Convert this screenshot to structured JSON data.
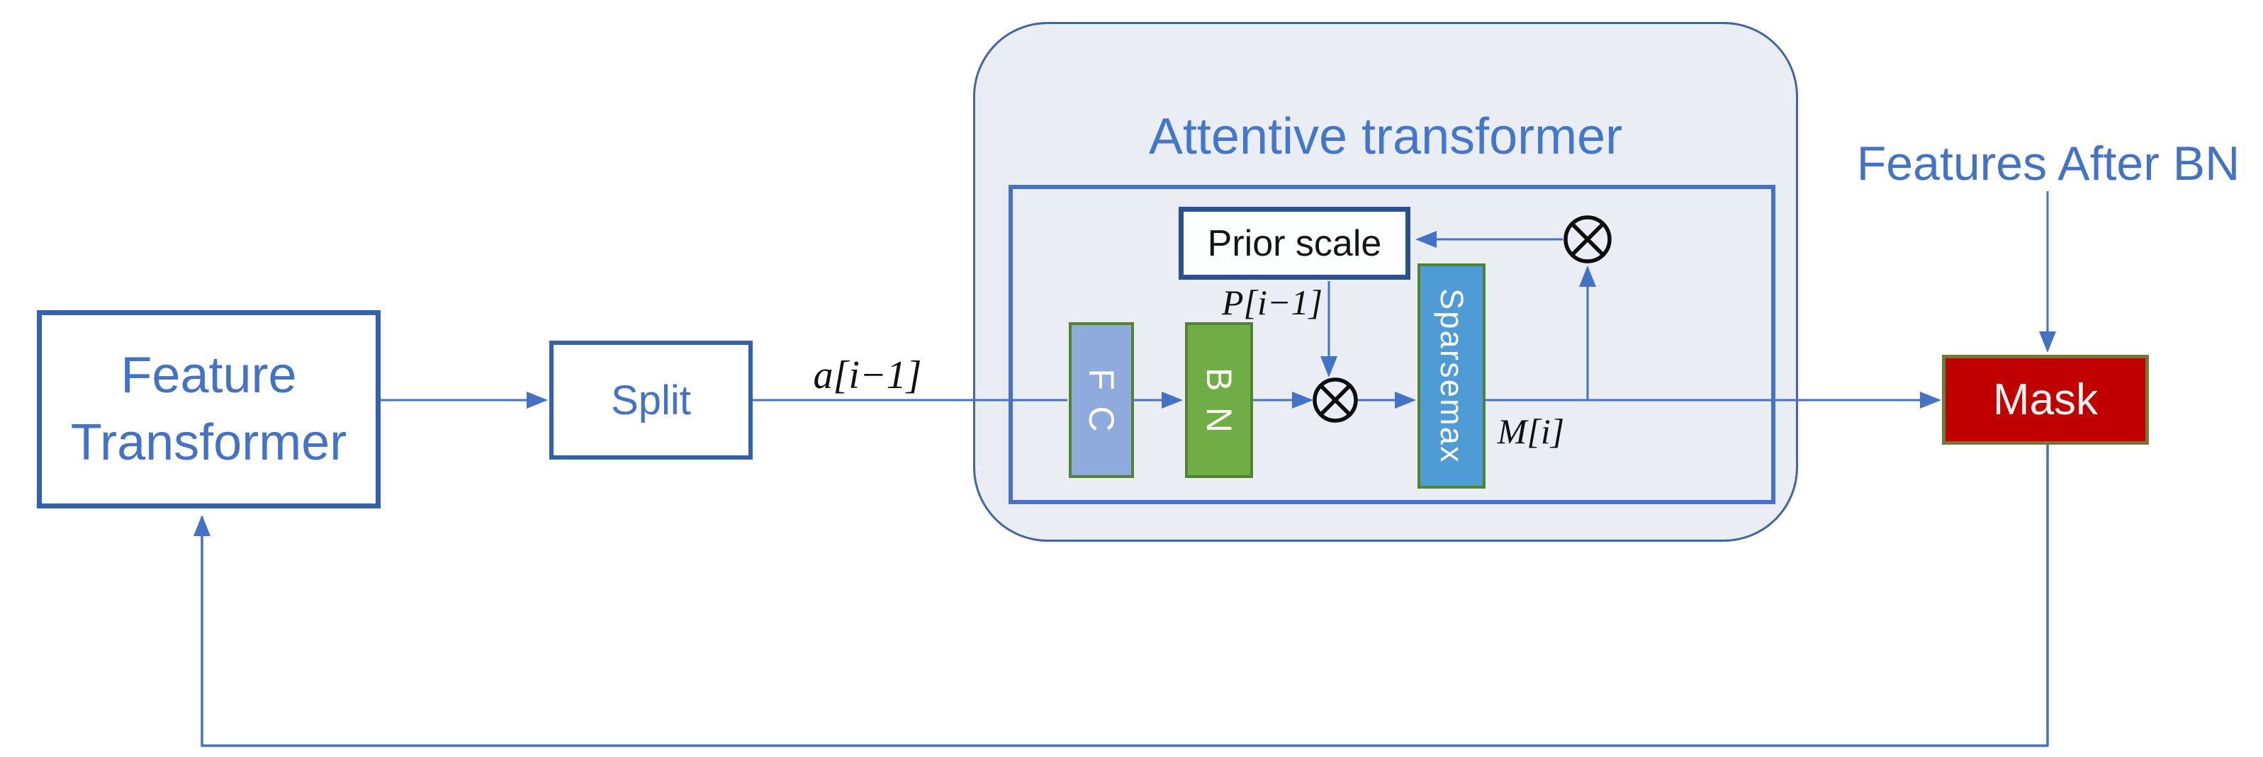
{
  "diagram": {
    "container_title": "Attentive transformer",
    "nodes": {
      "feature_transformer": {
        "label": "Feature Transformer"
      },
      "split": {
        "label": "Split"
      },
      "fc": {
        "label": "FC"
      },
      "bn": {
        "label": "BN"
      },
      "sparsemax": {
        "label": "Sparsemax"
      },
      "prior_scale": {
        "label": "Prior scale"
      },
      "mask": {
        "label": "Mask"
      }
    },
    "labels": {
      "input_activation": "a[i−1]",
      "prior": "P[i−1]",
      "mask_output": "M[i]",
      "features_after_bn": "Features After BN"
    },
    "icons": {
      "multiply": "circled-times (⊗) elementwise multiplication"
    },
    "colors": {
      "connector_blue": "#4472C4",
      "node_border_blue": "#3560AC",
      "inner_box_blue": "#4472C4",
      "prior_border_blue": "#2C4F8E",
      "container_fill": "#EAEEF4",
      "container_border": "#44659E",
      "fc_fill": "#8FAADC",
      "bn_fill": "#70AD47",
      "sparsemax_fill": "#4F9BD5",
      "layer_border_green": "#548235",
      "mask_fill": "#C00000",
      "mask_border_olive": "#6F7B33",
      "text_blue": "#4472C4",
      "math_text": "#111111",
      "multiply_stroke": "#0E0E0E"
    }
  }
}
